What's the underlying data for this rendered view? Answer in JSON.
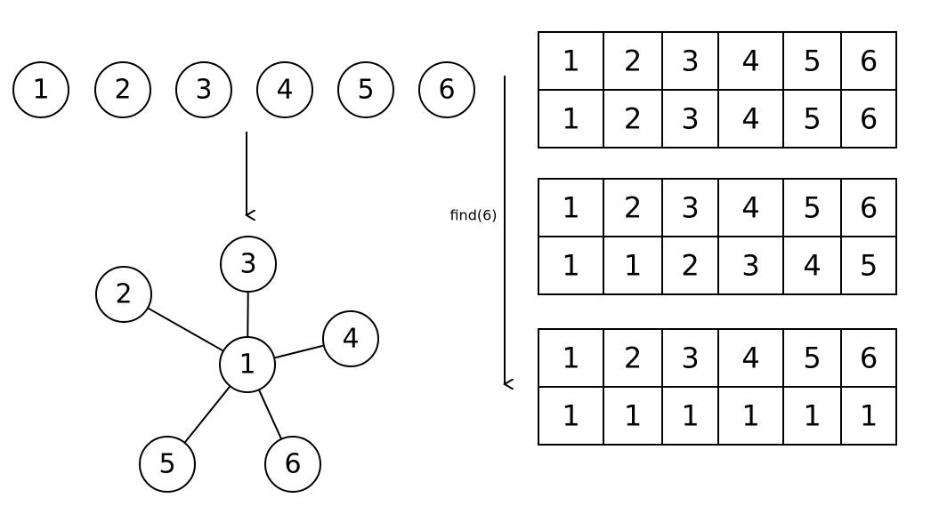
{
  "top_nodes": [
    "1",
    "2",
    "3",
    "4",
    "5",
    "6"
  ],
  "tree": {
    "root": "1",
    "children": [
      "2",
      "3",
      "4",
      "5",
      "6"
    ]
  },
  "find_label": "find(6)",
  "tables": [
    {
      "index": [
        "1",
        "2",
        "3",
        "4",
        "5",
        "6"
      ],
      "parent": [
        "1",
        "2",
        "3",
        "4",
        "5",
        "6"
      ],
      "highlight": []
    },
    {
      "index": [
        "1",
        "2",
        "3",
        "4",
        "5",
        "6"
      ],
      "parent": [
        "1",
        "1",
        "2",
        "3",
        "4",
        "5"
      ],
      "highlight": [
        1,
        2,
        3,
        4,
        5
      ]
    },
    {
      "index": [
        "1",
        "2",
        "3",
        "4",
        "5",
        "6"
      ],
      "parent": [
        "1",
        "1",
        "1",
        "1",
        "1",
        "1"
      ],
      "highlight": [
        1,
        2,
        3,
        4,
        5
      ]
    }
  ],
  "colors": {
    "ink": "#000000",
    "highlight": "#e8231d"
  }
}
